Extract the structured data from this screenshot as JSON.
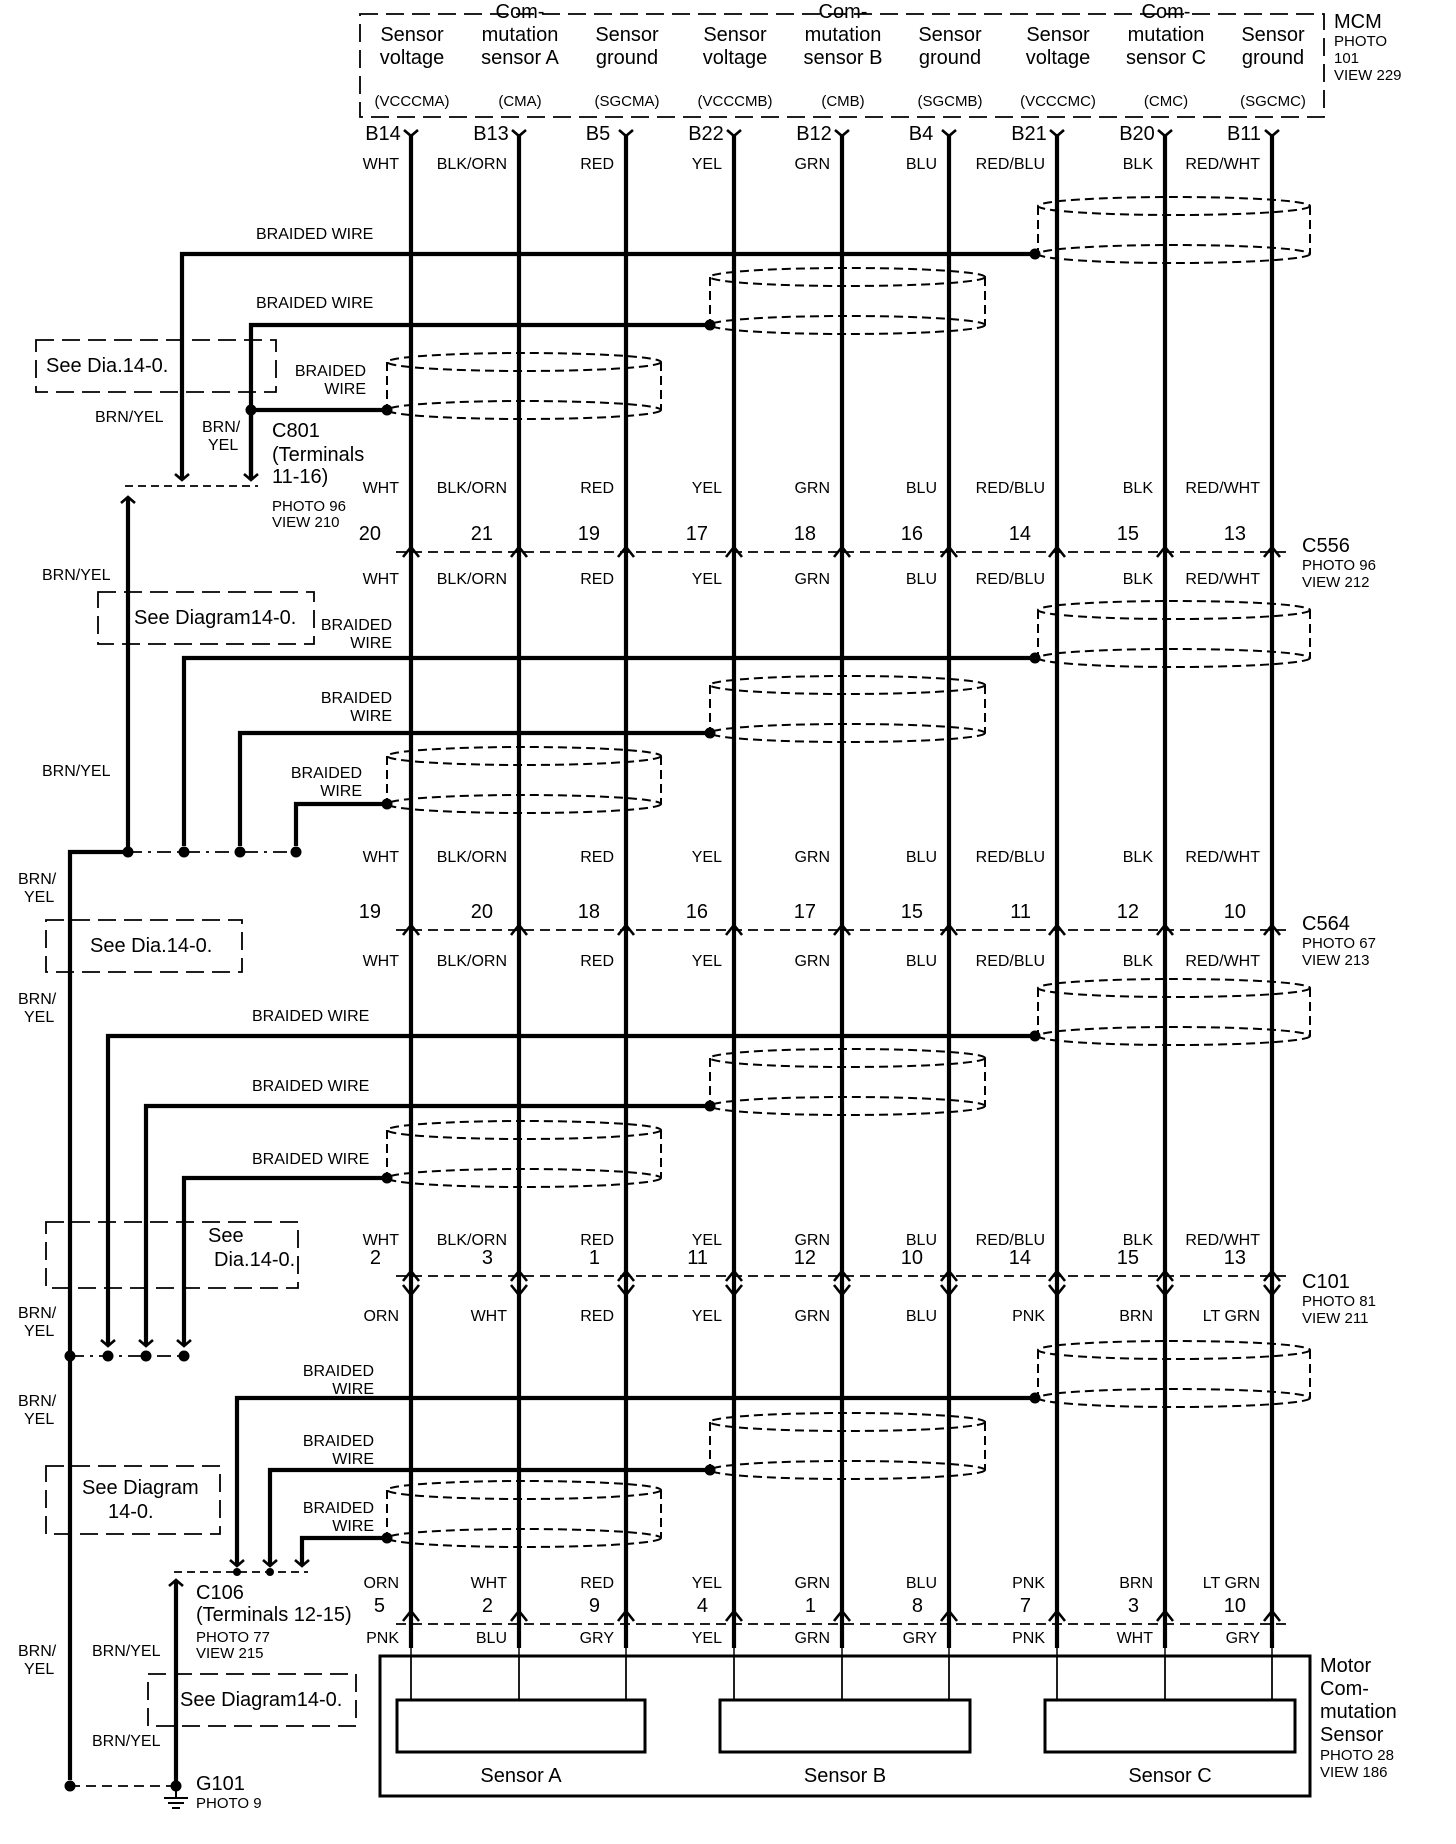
{
  "mcm": {
    "name": "MCM",
    "photo": [
      "PHOTO",
      "101",
      "VIEW 229"
    ],
    "columns": [
      {
        "lines": [
          "Sensor",
          "voltage"
        ],
        "code": "(VCCCMA)"
      },
      {
        "lines": [
          "Com-",
          "mutation",
          "sensor A"
        ],
        "code": "(CMA)"
      },
      {
        "lines": [
          "Sensor",
          "ground"
        ],
        "code": "(SGCMA)"
      },
      {
        "lines": [
          "Sensor",
          "voltage"
        ],
        "code": "(VCCCMB)"
      },
      {
        "lines": [
          "Com-",
          "mutation",
          "sensor B"
        ],
        "code": "(CMB)"
      },
      {
        "lines": [
          "Sensor",
          "ground"
        ],
        "code": "(SGCMB)"
      },
      {
        "lines": [
          "Sensor",
          "voltage"
        ],
        "code": "(VCCCMC)"
      },
      {
        "lines": [
          "Com-",
          "mutation",
          "sensor C"
        ],
        "code": "(CMC)"
      },
      {
        "lines": [
          "Sensor",
          "ground"
        ],
        "code": "(SGCMC)"
      }
    ],
    "terminals": [
      "B14",
      "B13",
      "B5",
      "B22",
      "B12",
      "B4",
      "B21",
      "B20",
      "B11"
    ]
  },
  "colors": {
    "upper": [
      "WHT",
      "BLK/ORN",
      "RED",
      "YEL",
      "GRN",
      "BLU",
      "RED/BLU",
      "BLK",
      "RED/WHT"
    ],
    "c101_below": [
      "ORN",
      "WHT",
      "RED",
      "YEL",
      "GRN",
      "BLU",
      "PNK",
      "BRN",
      "LT GRN"
    ],
    "c106_above": [
      "ORN",
      "WHT",
      "RED",
      "YEL",
      "GRN",
      "BLU",
      "PNK",
      "BRN",
      "LT GRN"
    ],
    "sensor_side": [
      "PNK",
      "BLU",
      "GRY",
      "YEL",
      "GRN",
      "GRY",
      "PNK",
      "WHT",
      "GRY"
    ]
  },
  "connectors": {
    "c801": {
      "name": "C801",
      "lines": [
        "(Terminals",
        "11-16)"
      ],
      "photo": [
        "PHOTO 96",
        "VIEW 210"
      ]
    },
    "c556": {
      "name": "C556",
      "pins": [
        "20",
        "21",
        "19",
        "17",
        "18",
        "16",
        "14",
        "15",
        "13"
      ],
      "photo": [
        "PHOTO 96",
        "VIEW 212"
      ]
    },
    "c564": {
      "name": "C564",
      "pins": [
        "19",
        "20",
        "18",
        "16",
        "17",
        "15",
        "11",
        "12",
        "10"
      ],
      "photo": [
        "PHOTO 67",
        "VIEW 213"
      ]
    },
    "c101": {
      "name": "C101",
      "pins": [
        "2",
        "3",
        "1",
        "11",
        "12",
        "10",
        "14",
        "15",
        "13"
      ],
      "photo": [
        "PHOTO 81",
        "VIEW 211"
      ]
    },
    "c106": {
      "name": "C106",
      "sub": "(Terminals 12-15)",
      "pins": [
        "5",
        "2",
        "9",
        "4",
        "1",
        "8",
        "7",
        "3",
        "10"
      ],
      "photo": [
        "PHOTO 77",
        "VIEW 215"
      ]
    },
    "g101": {
      "name": "G101",
      "photo": "PHOTO 9"
    }
  },
  "labels": {
    "braided": "BRAIDED WIRE",
    "braided_top": "BRAIDED",
    "braided_bottom": "WIRE",
    "brn_yel": "BRN/YEL",
    "brn": "BRN/",
    "yel": "YEL",
    "see_dia_short": "See Dia.14-0.",
    "see_diagram": "See Diagram14-0.",
    "see": "See",
    "dia_short": "Dia.14-0.",
    "see_diagram_1": "See Diagram",
    "see_diagram_2": "14-0."
  },
  "motor": {
    "lines": [
      "Motor",
      "Com-",
      "mutation",
      "Sensor"
    ],
    "photo": [
      "PHOTO 28",
      "VIEW 186"
    ],
    "sensors": [
      "Sensor A",
      "Sensor B",
      "Sensor C"
    ]
  }
}
